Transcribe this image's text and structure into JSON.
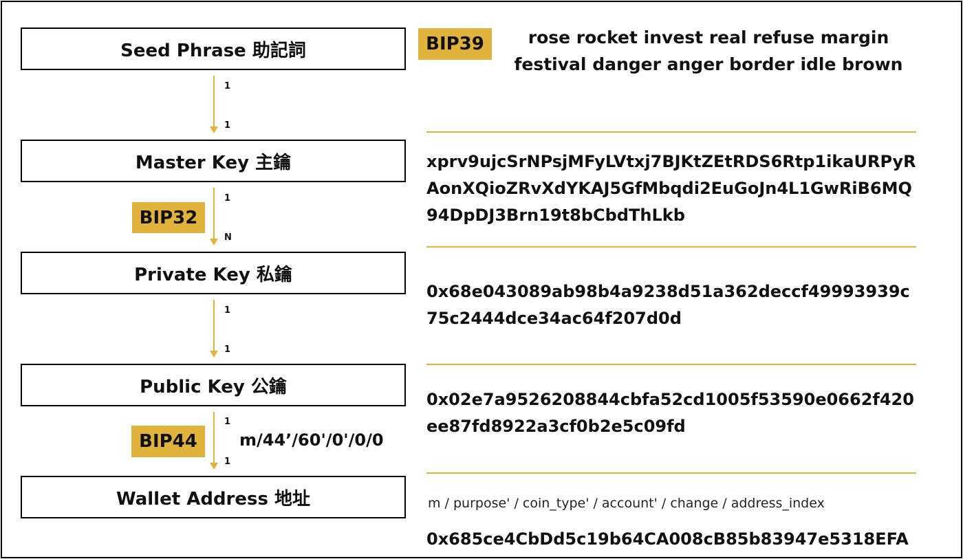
{
  "steps": [
    {
      "label": "Seed Phrase 助記詞"
    },
    {
      "label": "Master Key 主鑰"
    },
    {
      "label": "Private Key 私鑰"
    },
    {
      "label": "Public Key 公鑰"
    },
    {
      "label": "Wallet Address 地址"
    }
  ],
  "badges": {
    "bip39": "BIP39",
    "bip32": "BIP32",
    "bip44": "BIP44"
  },
  "cardinalities": [
    {
      "from": "1",
      "to": "1"
    },
    {
      "from": "1",
      "to": "N"
    },
    {
      "from": "1",
      "to": "1"
    },
    {
      "from": "1",
      "to": "1"
    }
  ],
  "values": {
    "seed_phrase": "rose rocket invest real refuse margin festival danger anger border idle brown",
    "master_key": "xprv9ujcSrNPsjMFyLVtxj7BJKtZEtRDS6Rtp1ikaURPyRAonXQioZRvXdYKAJ5GfMbqdi2EuGoJn4L1GwRiB6MQ94DpDJ3Brn19t8bCbdThLkb",
    "private_key": "0x68e043089ab98b4a9238d51a362deccf49993939c75c2444dce34ac64f207d0d",
    "public_key": "0x02e7a9526208844cbfa52cd1005f53590e0662f420ee87fd8922a3cf0b2e5c09fd",
    "derivation_path": "m/44’/60'/0'/0/0",
    "path_legend": "m / purpose' / coin_type' / account' / change / address_index",
    "wallet_address": "0x685ce4CbDd5c19b64CA008cB85b83947e5318EFA"
  },
  "colors": {
    "accent": "#e2b33c",
    "border": "#000000",
    "text": "#111111"
  }
}
